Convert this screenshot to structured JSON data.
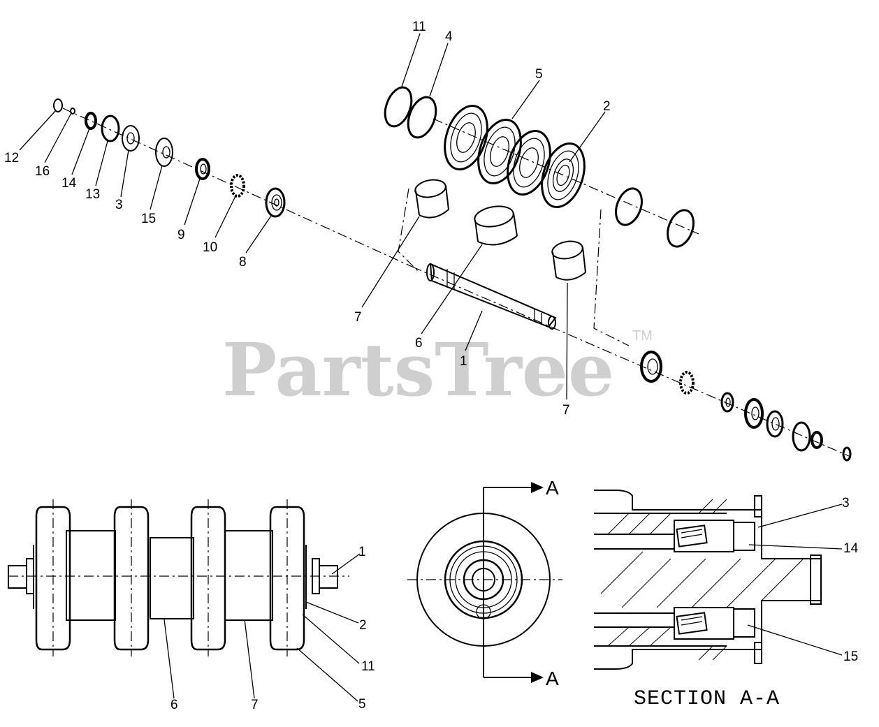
{
  "watermark": {
    "brand": "PartsTree",
    "trademark": "TM"
  },
  "exploded_view": {
    "callouts_left": [
      "12",
      "16",
      "14",
      "13",
      "3",
      "15",
      "9",
      "10",
      "8"
    ],
    "callouts_top": [
      "11",
      "4",
      "5",
      "2"
    ],
    "callouts_center": [
      "7",
      "6",
      "1",
      "7"
    ]
  },
  "assembly_view": {
    "callouts": [
      "1",
      "2",
      "11",
      "5",
      "6",
      "7"
    ]
  },
  "end_view": {
    "section_marker_top": "A",
    "section_marker_bottom": "A"
  },
  "section_view": {
    "title": "SECTION A-A",
    "callouts": [
      "3",
      "14",
      "15"
    ]
  }
}
